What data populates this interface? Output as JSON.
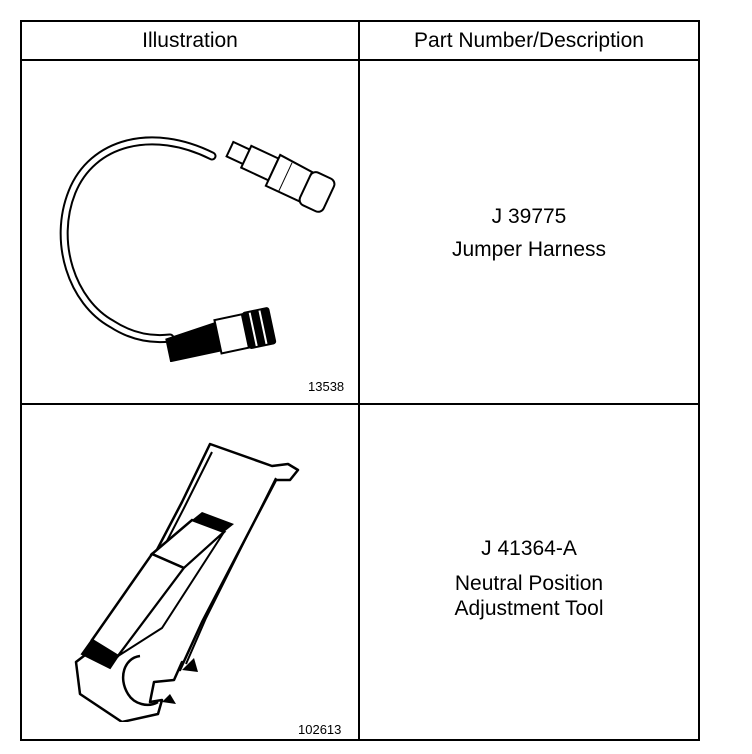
{
  "table": {
    "headers": [
      "Illustration",
      "Part Number/Description"
    ],
    "rows": [
      {
        "figure_number": "13538",
        "part_number": "J 39775",
        "description_lines": [
          "Jumper Harness"
        ],
        "illustration": "jumper-harness-drawing"
      },
      {
        "figure_number": "102613",
        "part_number": "J 41364-A",
        "description_lines": [
          "Neutral Position",
          "Adjustment Tool"
        ],
        "illustration": "adjustment-tool-drawing"
      }
    ]
  }
}
